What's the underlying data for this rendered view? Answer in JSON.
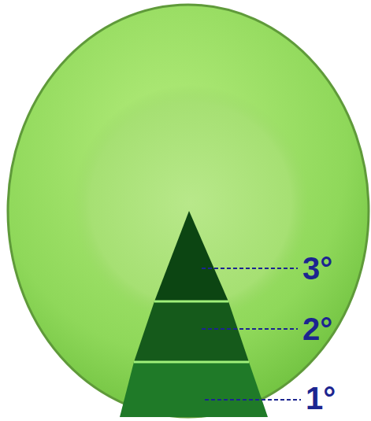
{
  "diagram": {
    "labels": [
      "3°",
      "2°",
      "1°"
    ]
  }
}
